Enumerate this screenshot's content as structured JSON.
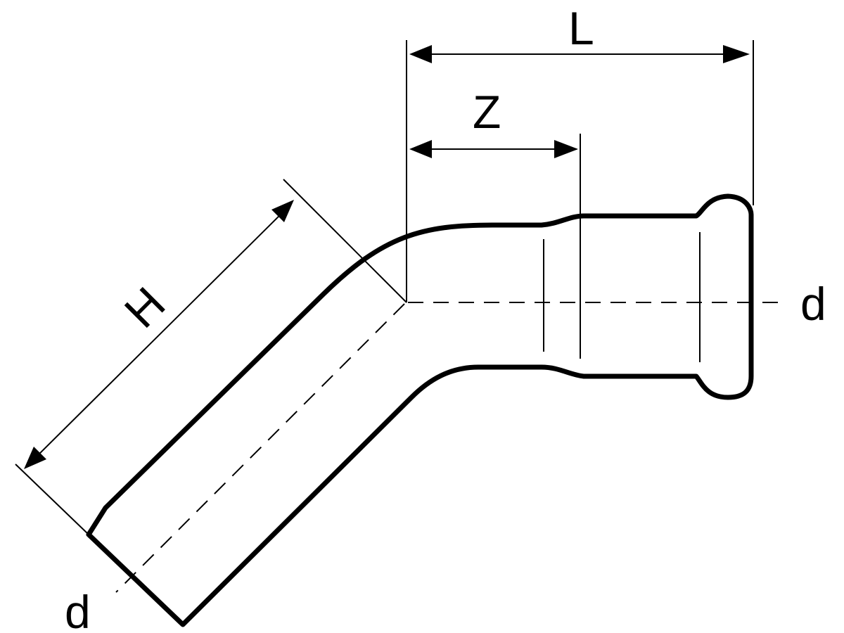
{
  "diagram": {
    "labels": {
      "L": "L",
      "Z": "Z",
      "H": "H",
      "d_right": "d",
      "d_bottom": "d"
    },
    "colors": {
      "stroke": "#000000",
      "background": "#ffffff"
    }
  }
}
